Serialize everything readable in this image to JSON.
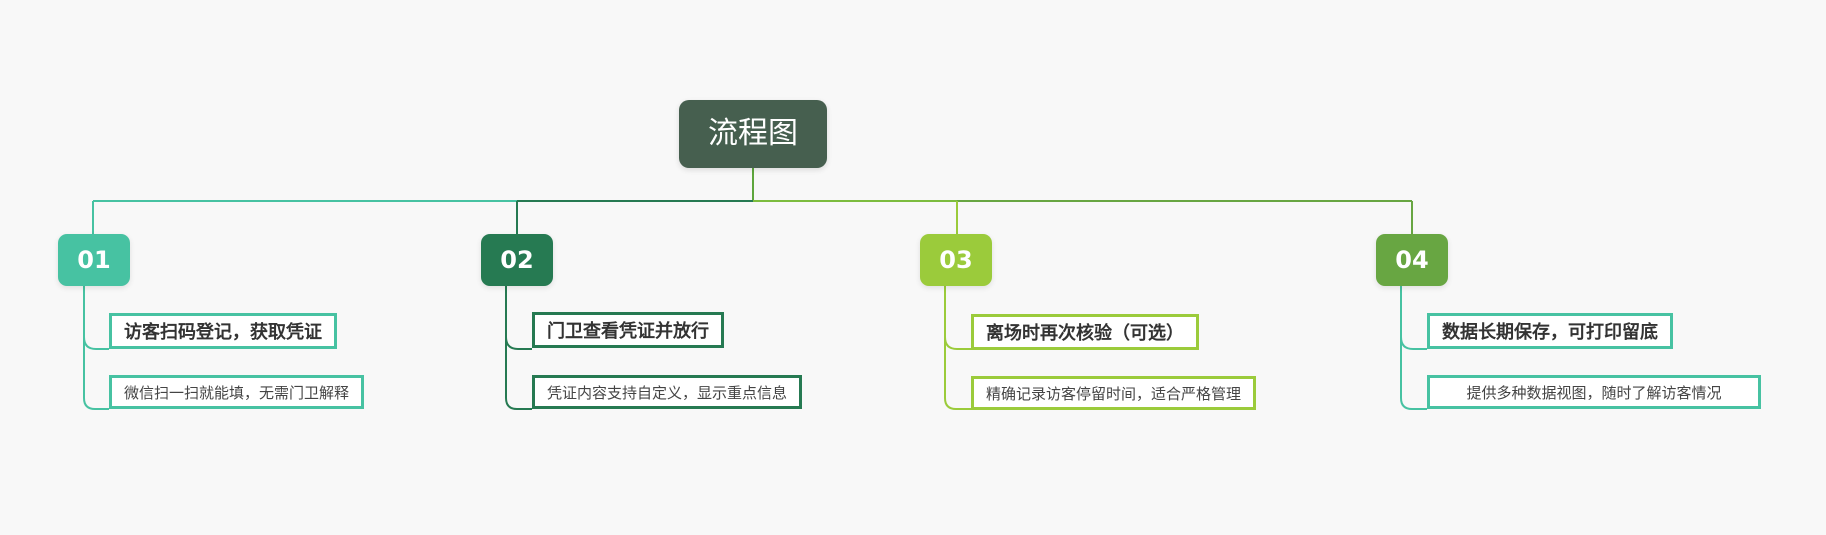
{
  "root": {
    "label": "流程图",
    "color": "#465f4f"
  },
  "steps": [
    {
      "number": "01",
      "title": "访客扫码登记，获取凭证",
      "detail": "微信扫一扫就能填，无需门卫解释",
      "color": "#47c2a2"
    },
    {
      "number": "02",
      "title": "门卫查看凭证并放行",
      "detail": "凭证内容支持自定义，显示重点信息",
      "color": "#267a52"
    },
    {
      "number": "03",
      "title": "离场时再次核验（可选）",
      "detail": "精确记录访客停留时间，适合严格管理",
      "color": "#9bcb3b"
    },
    {
      "number": "04",
      "title": "数据长期保存，可打印留底",
      "detail": "提供多种数据视图，随时了解访客情况",
      "color": "#68a642"
    }
  ],
  "detail_colors": [
    "#47c2a2",
    "#267a52",
    "#9bcb3b",
    "#47c2a2"
  ]
}
